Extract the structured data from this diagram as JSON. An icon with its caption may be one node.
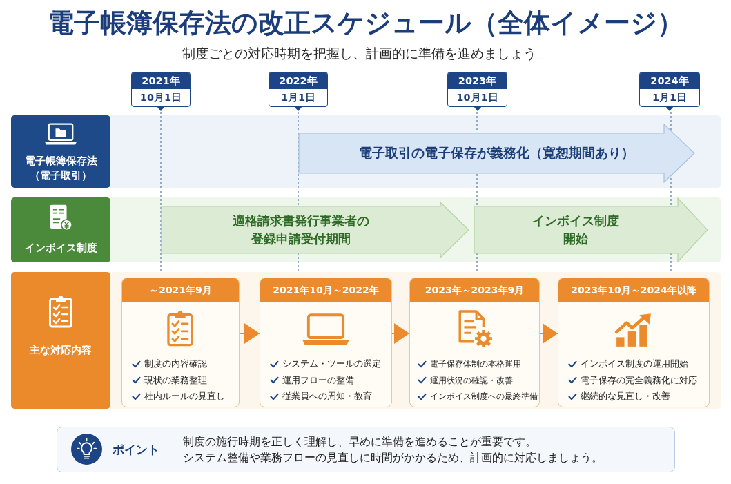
{
  "diagram": {
    "title": "電子帳簿保存法の改正スケジュール（全体イメージ）",
    "nodes": [
      {
        "text": [
          "2021年",
          "10月1日"
        ]
      },
      {
        "text": [
          "2022年",
          "1月1日"
        ]
      },
      {
        "text": [
          "2023年",
          "10月1日"
        ]
      },
      {
        "text": [
          "2024年",
          "1月1日"
        ]
      },
      {
        "text": [
          "電子帳簿保存法（電子取引）"
        ]
      },
      {
        "text": [
          "電子取引の電子保存が義務化（寛恕期間あり）"
        ]
      },
      {
        "text": [
          "インボイス制度"
        ]
      },
      {
        "text": [
          "適格請求書発行事業者の登録申請受付期間"
        ]
      },
      {
        "text": [
          "インボイス制度開始"
        ]
      },
      {
        "text": [
          "主な対応内容"
        ]
      },
      {
        "text": [
          "～2021年9月",
          "制度の内容確認",
          "現状の業務整理",
          "社内ルールの見直し"
        ]
      },
      {
        "text": [
          "2021年10月～2022年",
          "システム・ツールの選定",
          "運用フローの整備",
          "従業員への周知・教育"
        ]
      },
      {
        "text": [
          "2023年～2023年9月",
          "電子保存体制の本格運用",
          "運用状況の確認・改善",
          "インボイス制度への最終準備"
        ]
      },
      {
        "text": [
          "2023年10月～2024年以降",
          "インボイス制度の運用開始",
          "電子保存の完全義務化に対応",
          "継続的な見直し・改善"
        ]
      },
      {
        "text": [
          "ポイント",
          "制度の施行時期を正しく理解し、早めに準備を進めることが重要です。",
          "システム整備や業務フローの見直しに時間がかかるため、計画的に対応しましょう。"
        ]
      }
    ],
    "edges": [
      {
        "from": 10,
        "to": 11,
        "arrow": "to"
      },
      {
        "from": 11,
        "to": 12,
        "arrow": "to"
      },
      {
        "from": 12,
        "to": 13,
        "arrow": "to"
      }
    ],
    "labels": [
      "制度ごとの対応時期を把握し、計画的に準備を進めましょう。"
    ]
  }
}
